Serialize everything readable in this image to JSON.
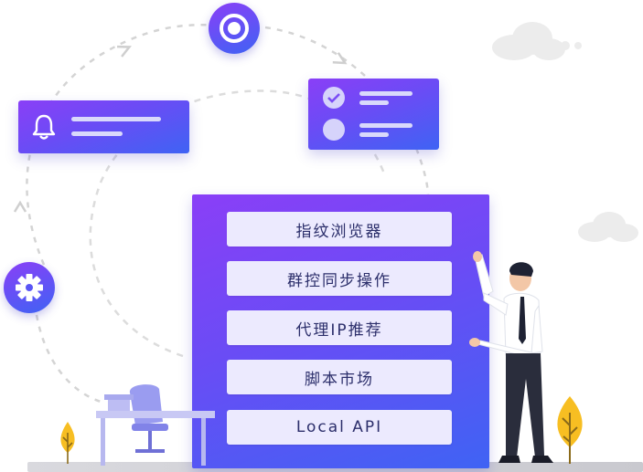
{
  "menu": {
    "items": [
      {
        "label": "指纹浏览器"
      },
      {
        "label": "群控同步操作"
      },
      {
        "label": "代理IP推荐"
      },
      {
        "label": "脚本市场"
      },
      {
        "label": "Local API"
      }
    ]
  },
  "colors": {
    "gradient_start": "#8a3ff7",
    "gradient_end": "#3f63f4",
    "item_bg": "#eceafe",
    "item_text": "#2c2f6b",
    "tree": "#f7be22",
    "cloud": "#eaeaea"
  },
  "icons": {
    "top": "target-icon",
    "notification": "bell-icon",
    "checklist": "check-circle-icon",
    "settings": "gear-icon"
  }
}
